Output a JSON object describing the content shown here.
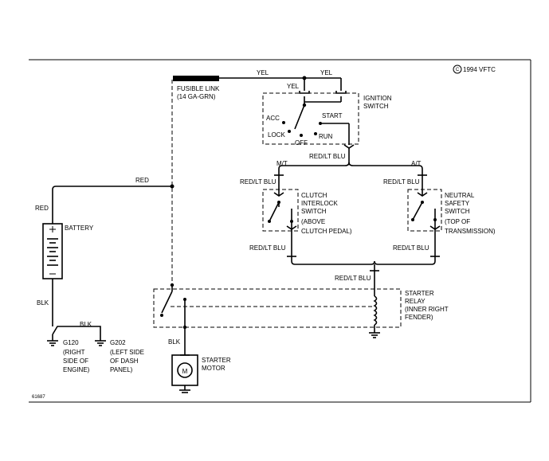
{
  "copyright": "1994 VFTC",
  "copyright_symbol": "C",
  "figure_id": "61687",
  "wires": {
    "yel_1": "YEL",
    "yel_2": "YEL",
    "yel_3": "YEL",
    "red_top": "RED",
    "red_left": "RED",
    "red_lt_blu_ign": "RED/LT BLU",
    "red_lt_blu_mt_top": "RED/LT BLU",
    "red_lt_blu_at_top": "RED/LT BLU",
    "red_lt_blu_mt_bot": "RED/LT BLU",
    "red_lt_blu_at_bot": "RED/LT BLU",
    "red_lt_blu_relay": "RED/LT BLU",
    "blk_battery": "BLK",
    "blk_ground": "BLK",
    "blk_starter": "BLK"
  },
  "branches": {
    "mt": "M/T",
    "at": "A/T"
  },
  "components": {
    "fusible_link": [
      "FUSIBLE LINK",
      "(14 GA-GRN)"
    ],
    "ignition_switch": [
      "IGNITION",
      "SWITCH"
    ],
    "ignition_positions": {
      "acc": "ACC",
      "lock": "LOCK",
      "off": "OFF",
      "start": "START",
      "run": "RUN"
    },
    "clutch_switch": [
      "CLUTCH",
      "INTERLOCK",
      "SWITCH",
      "(ABOVE",
      "CLUTCH PEDAL)"
    ],
    "neutral_switch": [
      "NEUTRAL",
      "SAFETY",
      "SWITCH",
      "(TOP OF",
      "TRANSMISSION)"
    ],
    "battery": "BATTERY",
    "starter_relay": [
      "STARTER",
      "RELAY",
      "(INNER RIGHT",
      "FENDER)"
    ],
    "starter_motor": [
      "STARTER",
      "MOTOR"
    ],
    "motor_symbol": "M",
    "g120": [
      "G120",
      "(RIGHT",
      "SIDE OF",
      "ENGINE)"
    ],
    "g202": [
      "G202",
      "(LEFT SIDE",
      "OF DASH",
      "PANEL)"
    ]
  }
}
